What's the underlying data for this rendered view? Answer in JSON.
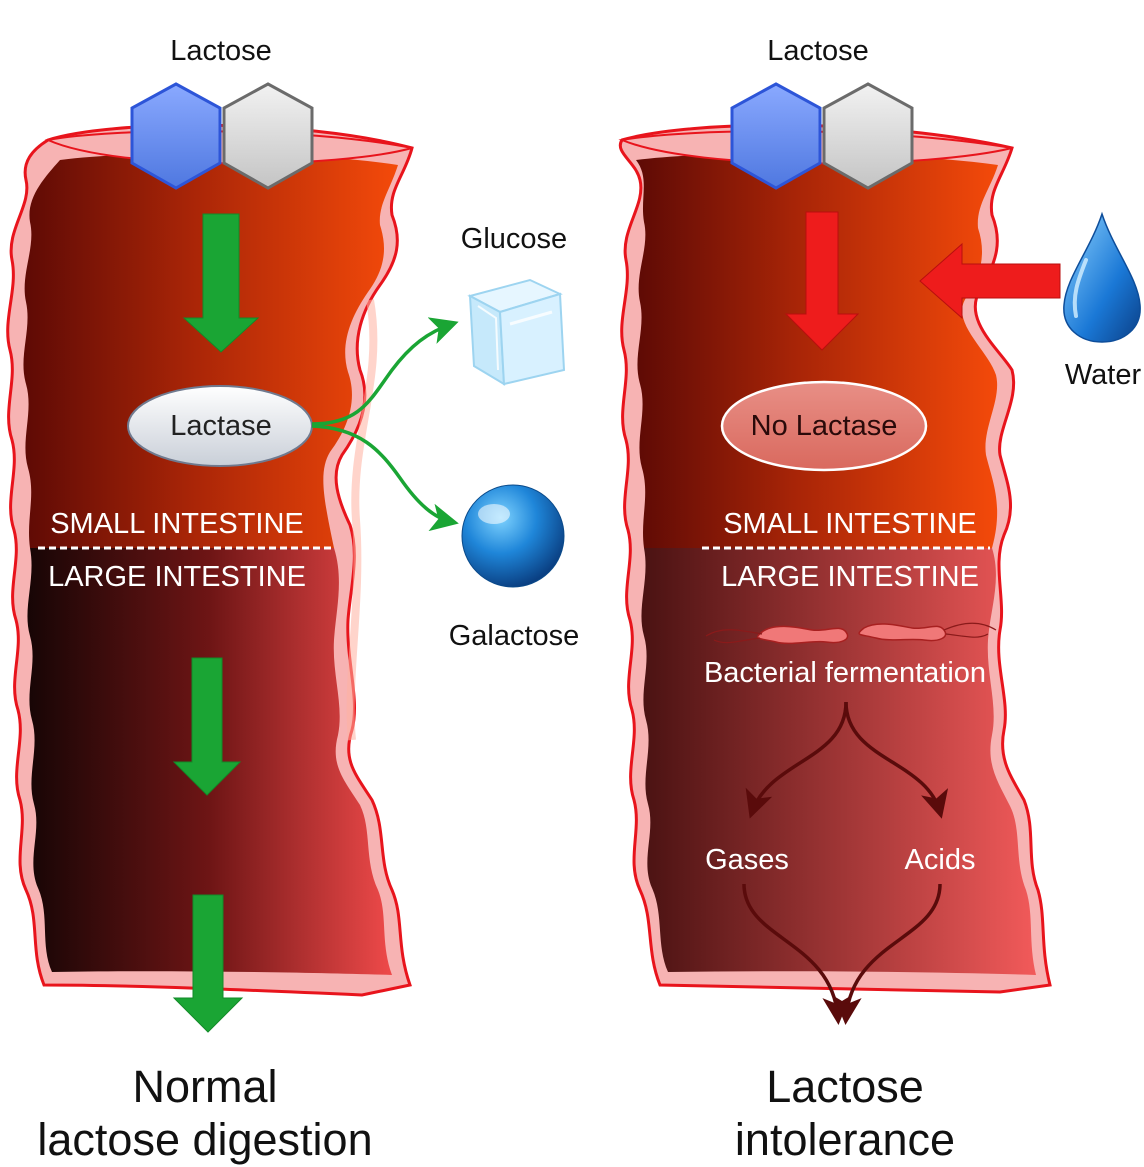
{
  "left_panel": {
    "lactose_label": "Lactose",
    "enzyme_label": "Lactase",
    "small_intestine_label": "SMALL INTESTINE",
    "large_intestine_label": "LARGE INTESTINE",
    "caption_line1": "Normal",
    "caption_line2": "lactose digestion"
  },
  "products": {
    "glucose_label": "Glucose",
    "galactose_label": "Galactose"
  },
  "right_panel": {
    "lactose_label": "Lactose",
    "enzyme_label": "No Lactase",
    "water_label": "Water",
    "small_intestine_label": "SMALL INTESTINE",
    "large_intestine_label": "LARGE INTESTINE",
    "fermentation_label": "Bacterial fermentation",
    "gases_label": "Gases",
    "acids_label": "Acids",
    "caption_line1": "Lactose",
    "caption_line2": "intolerance"
  },
  "colors": {
    "normal_arrow": "#1aa534",
    "intolerance_arrow": "#ee1c1c",
    "fermentation_arrow": "#5a0b0b",
    "intestine_wall": "#f7b3b3",
    "intestine_outline": "#e8141c",
    "glucose_unit": "#5a86e6",
    "galactose_unit": "#d7d7d7"
  }
}
